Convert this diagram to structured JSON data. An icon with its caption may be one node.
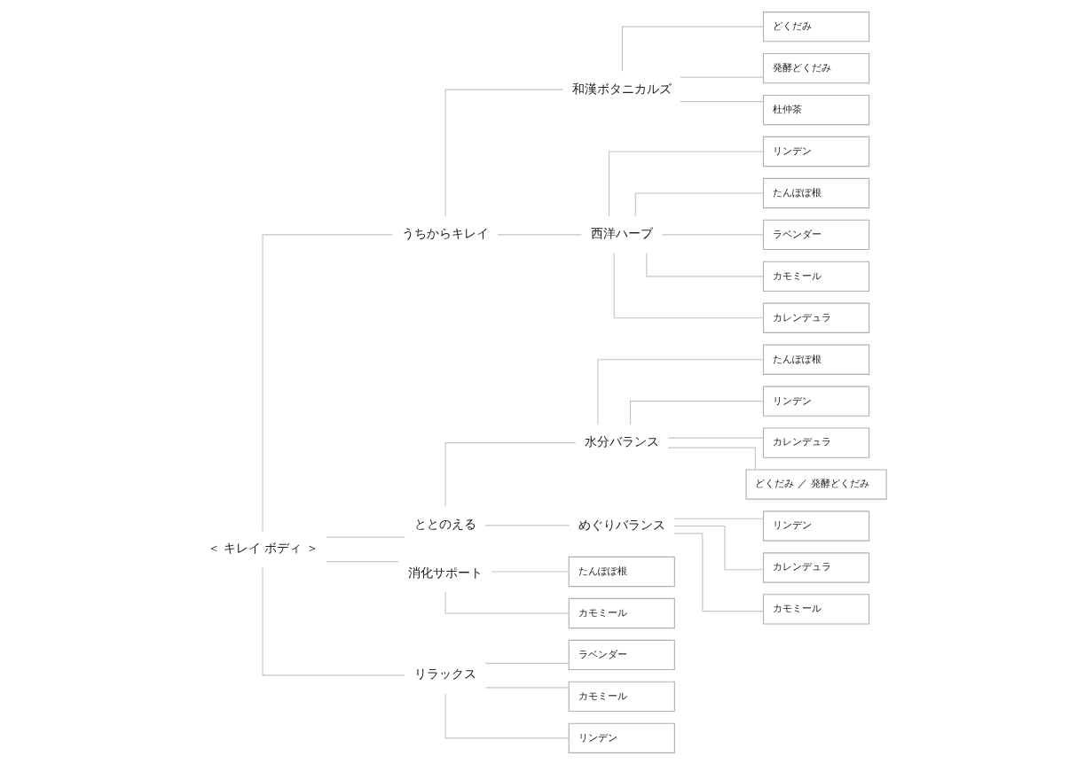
{
  "diagram": {
    "nodes": [
      {
        "text": [
          "＜ キレイ ボディ ＞"
        ]
      },
      {
        "text": [
          "うちからキレイ"
        ]
      },
      {
        "text": [
          "和漢ボタニカルズ"
        ]
      },
      {
        "text": [
          "どくだみ"
        ]
      },
      {
        "text": [
          "発酵どくだみ"
        ]
      },
      {
        "text": [
          "杜仲茶"
        ]
      },
      {
        "text": [
          "西洋ハーブ"
        ]
      },
      {
        "text": [
          "リンデン"
        ]
      },
      {
        "text": [
          "たんぽぽ根"
        ]
      },
      {
        "text": [
          "ラベンダー"
        ]
      },
      {
        "text": [
          "カモミール"
        ]
      },
      {
        "text": [
          "カレンデュラ"
        ]
      },
      {
        "text": [
          "ととのえる"
        ]
      },
      {
        "text": [
          "水分バランス"
        ]
      },
      {
        "text": [
          "たんぽぽ根"
        ]
      },
      {
        "text": [
          "リンデン"
        ]
      },
      {
        "text": [
          "カレンデュラ"
        ]
      },
      {
        "text": [
          "どくだみ ／ 発酵どくだみ"
        ]
      },
      {
        "text": [
          "めぐりバランス"
        ]
      },
      {
        "text": [
          "リンデン"
        ]
      },
      {
        "text": [
          "カレンデュラ"
        ]
      },
      {
        "text": [
          "カモミール"
        ]
      },
      {
        "text": [
          "消化サポート"
        ]
      },
      {
        "text": [
          "たんぽぽ根"
        ]
      },
      {
        "text": [
          "カモミール"
        ]
      },
      {
        "text": [
          "リラックス"
        ]
      },
      {
        "text": [
          "ラベンダー"
        ]
      },
      {
        "text": [
          "カモミール"
        ]
      },
      {
        "text": [
          "リンデン"
        ]
      }
    ],
    "edges": [
      {
        "from": 0,
        "to": 1,
        "arrow": "none"
      },
      {
        "from": 0,
        "to": 12,
        "arrow": "none"
      },
      {
        "from": 0,
        "to": 22,
        "arrow": "none"
      },
      {
        "from": 0,
        "to": 25,
        "arrow": "none"
      },
      {
        "from": 1,
        "to": 2,
        "arrow": "none"
      },
      {
        "from": 1,
        "to": 6,
        "arrow": "none"
      },
      {
        "from": 2,
        "to": 3,
        "arrow": "none"
      },
      {
        "from": 2,
        "to": 4,
        "arrow": "none"
      },
      {
        "from": 2,
        "to": 5,
        "arrow": "none"
      },
      {
        "from": 6,
        "to": 7,
        "arrow": "none"
      },
      {
        "from": 6,
        "to": 8,
        "arrow": "none"
      },
      {
        "from": 6,
        "to": 9,
        "arrow": "none"
      },
      {
        "from": 6,
        "to": 10,
        "arrow": "none"
      },
      {
        "from": 6,
        "to": 11,
        "arrow": "none"
      },
      {
        "from": 12,
        "to": 13,
        "arrow": "none"
      },
      {
        "from": 12,
        "to": 18,
        "arrow": "none"
      },
      {
        "from": 13,
        "to": 14,
        "arrow": "none"
      },
      {
        "from": 13,
        "to": 15,
        "arrow": "none"
      },
      {
        "from": 13,
        "to": 16,
        "arrow": "none"
      },
      {
        "from": 13,
        "to": 17,
        "arrow": "none"
      },
      {
        "from": 18,
        "to": 19,
        "arrow": "none"
      },
      {
        "from": 18,
        "to": 20,
        "arrow": "none"
      },
      {
        "from": 18,
        "to": 21,
        "arrow": "none"
      },
      {
        "from": 22,
        "to": 23,
        "arrow": "none"
      },
      {
        "from": 22,
        "to": 24,
        "arrow": "none"
      },
      {
        "from": 25,
        "to": 26,
        "arrow": "none"
      },
      {
        "from": 25,
        "to": 27,
        "arrow": "none"
      },
      {
        "from": 25,
        "to": 28,
        "arrow": "none"
      }
    ]
  }
}
